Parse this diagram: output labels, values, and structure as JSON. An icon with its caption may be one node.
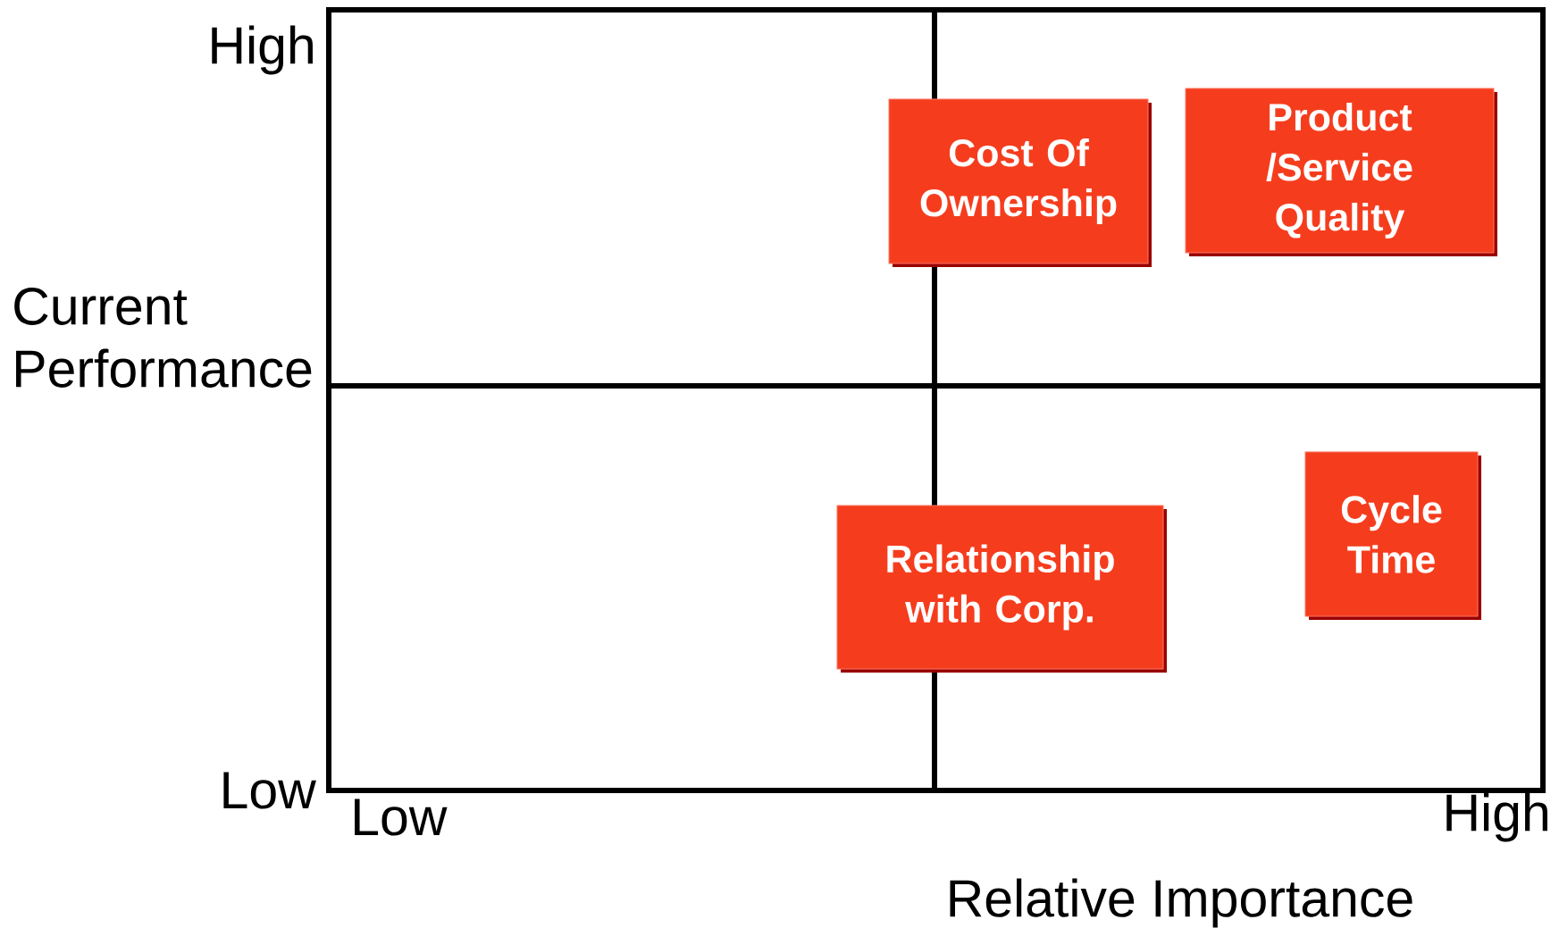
{
  "diagram": {
    "nodes": [
      {
        "text": [
          "Cost Of Ownership"
        ]
      },
      {
        "text": [
          "Product /Service Quality"
        ]
      },
      {
        "text": [
          "Relationship with Corp."
        ]
      },
      {
        "text": [
          "Cycle Time"
        ]
      }
    ],
    "labels": [
      "High",
      "Current Performance",
      "Low",
      "Low",
      "High",
      "Relative Importance"
    ]
  }
}
